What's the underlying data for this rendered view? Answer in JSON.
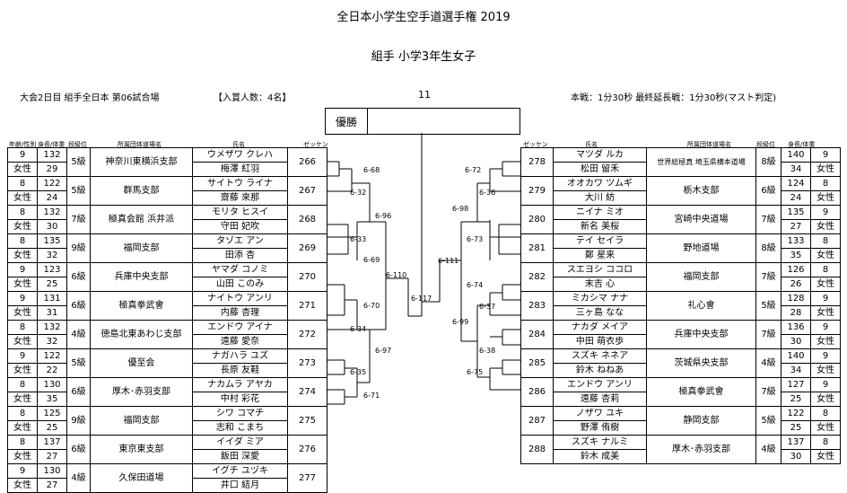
{
  "title": "全日本小学生空手道選手権 2019",
  "subtitle": "組手 小学3年生女子",
  "info": {
    "day": "大会2日目 組手全日本 第06試合場",
    "winners": "【入賞人数：4名】",
    "court_no": "11",
    "rules": "本戦：1分30秒 最終延長戦：1分30秒(マスト判定)"
  },
  "winner_label": "優勝",
  "headers": {
    "left_age": "年齢/性別",
    "left_body": "身長/体重",
    "left_rank": "段級位",
    "left_club": "所属団体道場名",
    "left_name": "氏名",
    "left_bib": "ゼッケン",
    "right_bib": "ゼッケン",
    "right_name": "氏名",
    "right_club": "所属団体道場名",
    "right_rank": "段級位",
    "right_body": "身長/体重"
  },
  "left_players": [
    {
      "age": "9",
      "sex": "女性",
      "height": "132",
      "weight": "29",
      "rank": "5級",
      "club": "神奈川東横浜支部",
      "kana": "ウメザワ クレハ",
      "name": "梅澤 紅羽",
      "bib": "266"
    },
    {
      "age": "8",
      "sex": "女性",
      "height": "122",
      "weight": "24",
      "rank": "5級",
      "club": "群馬支部",
      "kana": "サイトウ ライナ",
      "name": "齋藤 來那",
      "bib": "267"
    },
    {
      "age": "8",
      "sex": "女性",
      "height": "132",
      "weight": "30",
      "rank": "7級",
      "club": "極真会館 浜井派",
      "kana": "モリタ ヒスイ",
      "name": "守田 妃吹",
      "bib": "268"
    },
    {
      "age": "8",
      "sex": "女性",
      "height": "135",
      "weight": "32",
      "rank": "9級",
      "club": "福岡支部",
      "kana": "タゾエ アン",
      "name": "田添 杏",
      "bib": "269"
    },
    {
      "age": "9",
      "sex": "女性",
      "height": "123",
      "weight": "25",
      "rank": "6級",
      "club": "兵庫中央支部",
      "kana": "ヤマダ コノミ",
      "name": "山田 このみ",
      "bib": "270"
    },
    {
      "age": "9",
      "sex": "女性",
      "height": "131",
      "weight": "31",
      "rank": "6級",
      "club": "極真拳武會",
      "kana": "ナイトウ アンリ",
      "name": "内藤 杏理",
      "bib": "271"
    },
    {
      "age": "8",
      "sex": "女性",
      "height": "132",
      "weight": "32",
      "rank": "4級",
      "club": "徳島北東あわじ支部",
      "kana": "エンドウ アイナ",
      "name": "遠藤 愛奈",
      "bib": "272"
    },
    {
      "age": "9",
      "sex": "女性",
      "height": "122",
      "weight": "22",
      "rank": "5級",
      "club": "優至会",
      "kana": "ナガハラ ユズ",
      "name": "長原 友鞋",
      "bib": "273"
    },
    {
      "age": "8",
      "sex": "女性",
      "height": "130",
      "weight": "35",
      "rank": "6級",
      "club": "厚木･赤羽支部",
      "kana": "ナカムラ アヤカ",
      "name": "中村 彩花",
      "bib": "274"
    },
    {
      "age": "8",
      "sex": "女性",
      "height": "125",
      "weight": "25",
      "rank": "9級",
      "club": "福岡支部",
      "kana": "シワ コマチ",
      "name": "志和 こまち",
      "bib": "275"
    },
    {
      "age": "8",
      "sex": "女性",
      "height": "137",
      "weight": "27",
      "rank": "6級",
      "club": "東京東支部",
      "kana": "イイダ ミア",
      "name": "飯田 深愛",
      "bib": "276"
    },
    {
      "age": "9",
      "sex": "女性",
      "height": "130",
      "weight": "27",
      "rank": "4級",
      "club": "久保田道場",
      "kana": "イグチ ユヅキ",
      "name": "井口 結月",
      "bib": "277"
    }
  ],
  "right_players": [
    {
      "bib": "278",
      "kana": "マツダ ルカ",
      "name": "松田 留禾",
      "club": "世界総極真 埼玉県横本道場",
      "rank": "8級",
      "height": "140",
      "weight": "34",
      "age": "9",
      "sex": "女性"
    },
    {
      "bib": "279",
      "kana": "オオカワ ツムギ",
      "name": "大川 紡",
      "club": "栃木支部",
      "rank": "6級",
      "height": "124",
      "weight": "24",
      "age": "8",
      "sex": "女性"
    },
    {
      "bib": "280",
      "kana": "ニイナ ミオ",
      "name": "新名 美桜",
      "club": "宮崎中央道場",
      "rank": "7級",
      "height": "135",
      "weight": "27",
      "age": "9",
      "sex": "女性"
    },
    {
      "bib": "281",
      "kana": "テイ セイラ",
      "name": "鄭 星来",
      "club": "野地道場",
      "rank": "8級",
      "height": "133",
      "weight": "35",
      "age": "8",
      "sex": "女性"
    },
    {
      "bib": "282",
      "kana": "スエヨシ ココロ",
      "name": "末吉 心",
      "club": "福岡支部",
      "rank": "7級",
      "height": "126",
      "weight": "26",
      "age": "8",
      "sex": "女性"
    },
    {
      "bib": "283",
      "kana": "ミカシマ ナナ",
      "name": "三ヶ島 なな",
      "club": "礼心會",
      "rank": "5級",
      "height": "128",
      "weight": "28",
      "age": "9",
      "sex": "女性"
    },
    {
      "bib": "284",
      "kana": "ナカダ メイア",
      "name": "中田 萌衣歩",
      "club": "兵庫中央支部",
      "rank": "7級",
      "height": "136",
      "weight": "30",
      "age": "9",
      "sex": "女性"
    },
    {
      "bib": "285",
      "kana": "スズキ ネネア",
      "name": "鈴木 ねねあ",
      "club": "茨城県央支部",
      "rank": "4級",
      "height": "140",
      "weight": "34",
      "age": "9",
      "sex": "女性"
    },
    {
      "bib": "286",
      "kana": "エンドウ アンリ",
      "name": "遠藤 杏莉",
      "club": "極真拳武會",
      "rank": "7級",
      "height": "127",
      "weight": "25",
      "age": "9",
      "sex": "女性"
    },
    {
      "bib": "287",
      "kana": "ノザワ ユキ",
      "name": "野澤 侑樹",
      "club": "静岡支部",
      "rank": "5級",
      "height": "122",
      "weight": "25",
      "age": "8",
      "sex": "女性"
    },
    {
      "bib": "288",
      "kana": "スズキ ナルミ",
      "name": "鈴木 成美",
      "club": "厚木･赤羽支部",
      "rank": "4級",
      "height": "137",
      "weight": "30",
      "age": "8",
      "sex": "女性"
    }
  ],
  "match_labels": {
    "m6_68": "6-68",
    "m6_32": "6-32",
    "m6_96": "6-96",
    "m6_33": "6-33",
    "m6_69": "6-69",
    "m6_110": "6-110",
    "m6_70": "6-70",
    "m6_34": "6-34",
    "m6_97": "6-97",
    "m6_35": "6-35",
    "m6_71": "6-71",
    "m6_117": "6-117",
    "m6_111": "6-111",
    "m6_72": "6-72",
    "m6_36": "6-36",
    "m6_98": "6-98",
    "m6_73": "6-73",
    "m6_74": "6-74",
    "m6_37": "6-37",
    "m6_99": "6-99",
    "m6_38": "6-38",
    "m6_75": "6-75"
  }
}
